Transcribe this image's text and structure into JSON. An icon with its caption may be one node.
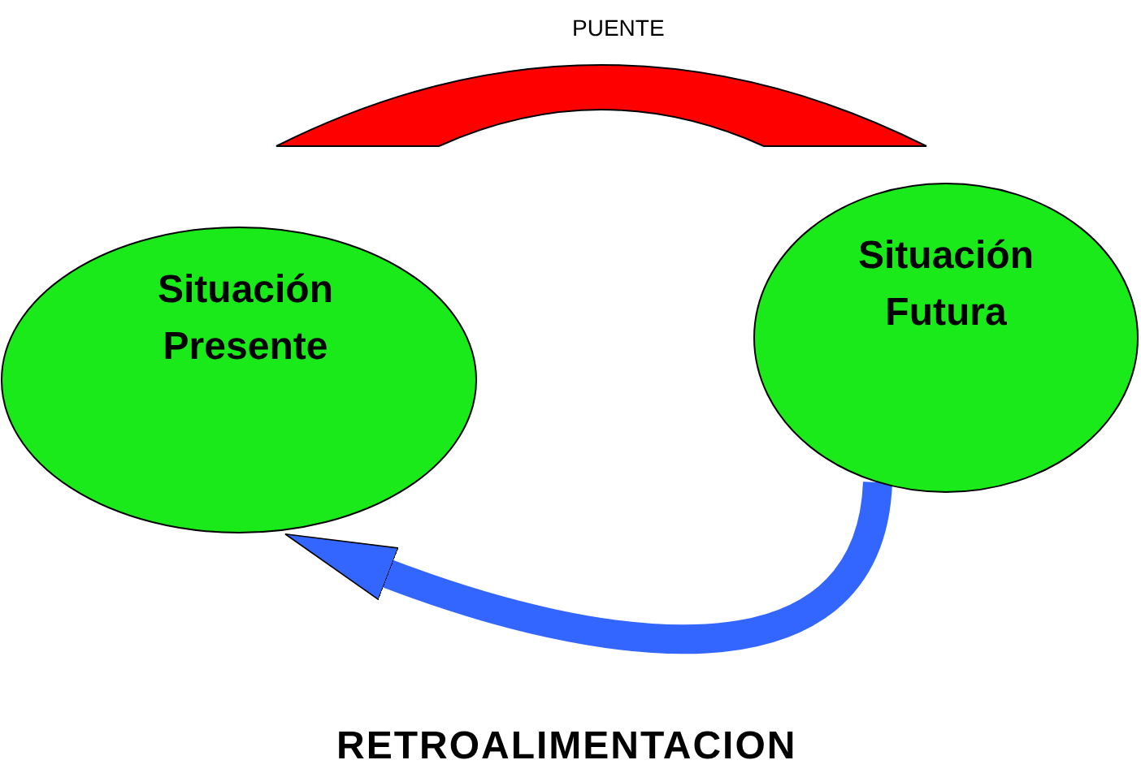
{
  "diagram": {
    "nodes": [
      {
        "text": [
          "Situación Presente"
        ]
      },
      {
        "text": [
          "Situación Futura"
        ]
      }
    ],
    "edges": [
      {
        "from": 0,
        "to": 1,
        "arrow": "none",
        "label": "PUENTE",
        "color": "#ff0000"
      },
      {
        "from": 1,
        "to": 0,
        "arrow": "to",
        "label": "RETROALIMENTACION",
        "color": "#3366ff"
      }
    ]
  }
}
